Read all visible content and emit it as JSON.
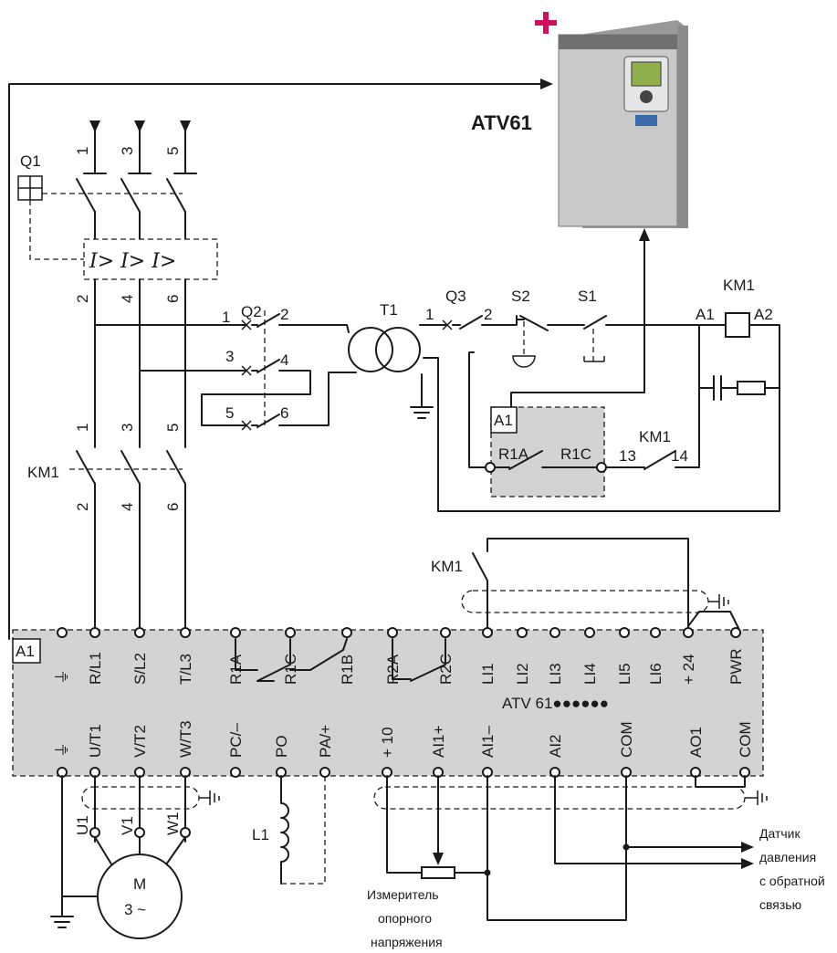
{
  "product": {
    "name": "ATV61",
    "badge": "+"
  },
  "colors": {
    "drive_box_fill": "#d3d3d3",
    "accent_plus": "#d0115a",
    "line": "#1a1a1a"
  },
  "labels": {
    "q1": "Q1",
    "q2": "Q2",
    "q3": "Q3",
    "t1": "T1",
    "s1": "S1",
    "s2": "S2",
    "km1_coil": "KM1",
    "km1_main": "KM1",
    "km1_li1": "KM1",
    "km1_aux": "KM1",
    "a1_top": "A1",
    "a1_relay": "A1",
    "a1_drive": "A1",
    "coil_a1": "A1",
    "coil_a2": "A2",
    "overcurrent": "I> I> I>",
    "relay_r1a": "R1A",
    "relay_r1c": "R1C",
    "aux_13": "13",
    "aux_14": "14",
    "q1_top": [
      "1",
      "3",
      "5"
    ],
    "q1_bottom": [
      "2",
      "4",
      "6"
    ],
    "km1_top": [
      "1",
      "3",
      "5"
    ],
    "km1_bottom": [
      "2",
      "4",
      "6"
    ],
    "q2_left": [
      "1",
      "3",
      "5"
    ],
    "q2_right": [
      "2",
      "4",
      "6"
    ],
    "t1_out": "1",
    "q3_out": "2",
    "motor": "M",
    "motor_phase": "3 ~",
    "motor_leads": [
      "U1",
      "V1",
      "W1"
    ],
    "inductor": "L1"
  },
  "drive": {
    "model": "ATV 61●●●●●●",
    "top_terminals": [
      "⏚",
      "R/L1",
      "S/L2",
      "T/L3",
      "R1A",
      "R1C",
      "R1B",
      "R2A",
      "R2C",
      "LI1",
      "LI2",
      "LI3",
      "LI4",
      "LI5",
      "LI6",
      "+ 24",
      "PWR"
    ],
    "bottom_terminals": [
      "⏚",
      "U/T1",
      "V/T2",
      "W/T3",
      "PC/–",
      "PO",
      "PA/+",
      "+ 10",
      "AI1+",
      "AI1–",
      "AI2",
      "COM",
      "AO1",
      "COM"
    ]
  },
  "annotations": {
    "reference": [
      "Измеритель",
      "опорного",
      "напряжения"
    ],
    "sensor": [
      "Датчик",
      "давления",
      "с обратной",
      "связью"
    ]
  }
}
